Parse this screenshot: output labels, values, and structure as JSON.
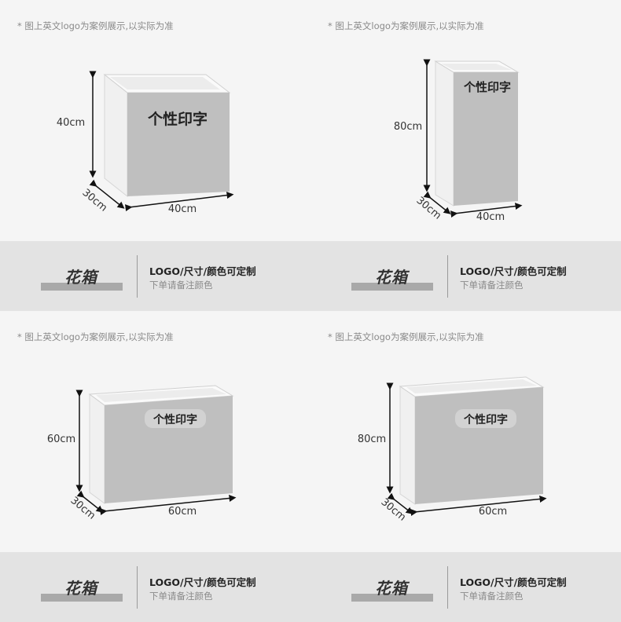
{
  "note_text": "* 图上英文logo为案例展示,以实际为准",
  "brand": {
    "product_name": "花箱",
    "feature": "LOGO/尺寸/颜色可定制",
    "subtitle": "下单请备注颜色"
  },
  "panels": [
    {
      "box_text": "个性印字",
      "height_label": "40cm",
      "depth_label": "30cm",
      "width_label": "40cm"
    },
    {
      "box_text": "个性印字",
      "height_label": "80cm",
      "depth_label": "30cm",
      "width_label": "40cm"
    },
    {
      "box_text": "个性印字",
      "height_label": "60cm",
      "depth_label": "30cm",
      "width_label": "60cm"
    },
    {
      "box_text": "个性印字",
      "height_label": "80cm",
      "depth_label": "30cm",
      "width_label": "60cm"
    }
  ],
  "colors": {
    "box_front": "#bfbfbf",
    "box_side": "#f0f0f0",
    "band": "#e3e3e3",
    "name_bar": "#a9a9a9"
  }
}
